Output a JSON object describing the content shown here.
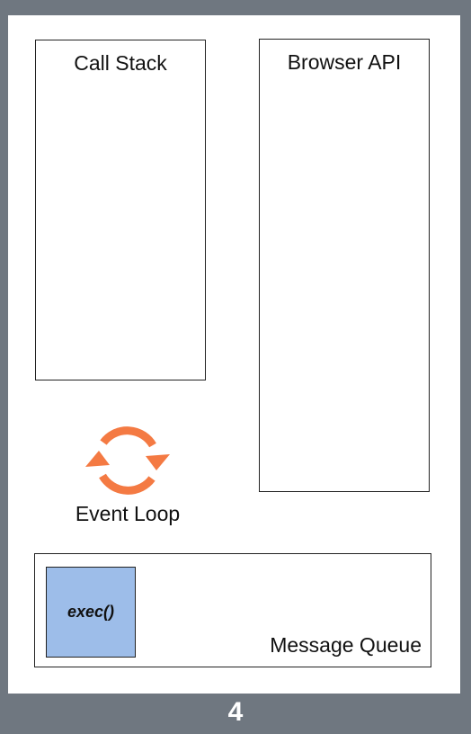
{
  "call_stack": {
    "title": "Call Stack"
  },
  "browser_api": {
    "title": "Browser API"
  },
  "event_loop": {
    "label": "Event Loop",
    "icon": "refresh-cycle-icon",
    "color": "#f47a43"
  },
  "message_queue": {
    "title": "Message Queue",
    "items": [
      {
        "label": "exec()",
        "color": "#9dbde9"
      }
    ]
  },
  "step": {
    "number": "4"
  }
}
